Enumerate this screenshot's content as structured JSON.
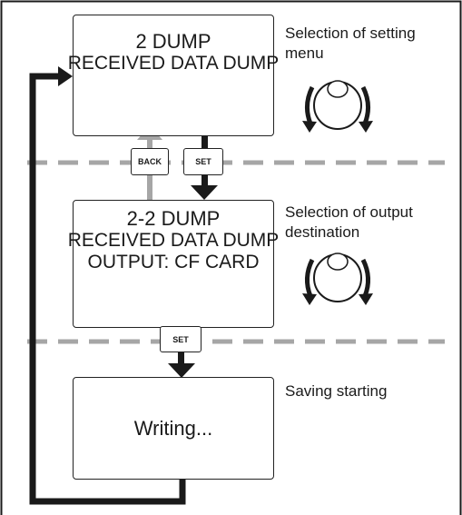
{
  "steps": [
    {
      "screen": [
        "2 DUMP",
        "RECEIVED DATA DUMP"
      ],
      "caption": [
        "Selection of setting",
        "menu"
      ]
    },
    {
      "screen": [
        "2-2 DUMP",
        "RECEIVED DATA DUMP",
        "OUTPUT: CF CARD"
      ],
      "caption": [
        "Selection of output",
        "destination"
      ]
    },
    {
      "screen": [
        "Writing..."
      ],
      "caption": [
        "Saving starting"
      ]
    }
  ],
  "buttons": {
    "back": "BACK",
    "set_1": "SET",
    "set_2": "SET"
  },
  "icons": {
    "dial": "rotary-dial-icon",
    "arrow": "flow-arrow"
  },
  "colors": {
    "line": "#1a1a1a",
    "back_arrow": "#a6a6a6",
    "divider": "#a6a6a6"
  }
}
